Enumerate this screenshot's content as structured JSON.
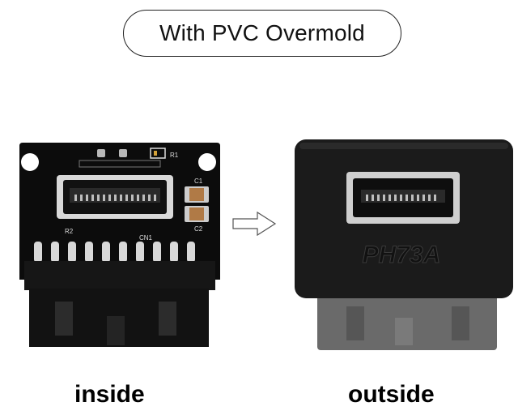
{
  "header": {
    "title": "With PVC Overmold"
  },
  "pcb": {
    "labels": {
      "r1": "R1",
      "c1": "C1",
      "c2": "C2",
      "r2": "R2",
      "cn1": "CN1"
    }
  },
  "molded": {
    "marking": "PH73A"
  },
  "captions": {
    "inside": "inside",
    "outside": "outside"
  },
  "colors": {
    "pcb": "#0c0c0c",
    "pin": "#d8d8d8",
    "mold": "#1b1b1b",
    "socket_grey": "#6a6a6a",
    "cap_color": "#b07a46"
  },
  "icons": {
    "arrow": "right-arrow-icon"
  }
}
